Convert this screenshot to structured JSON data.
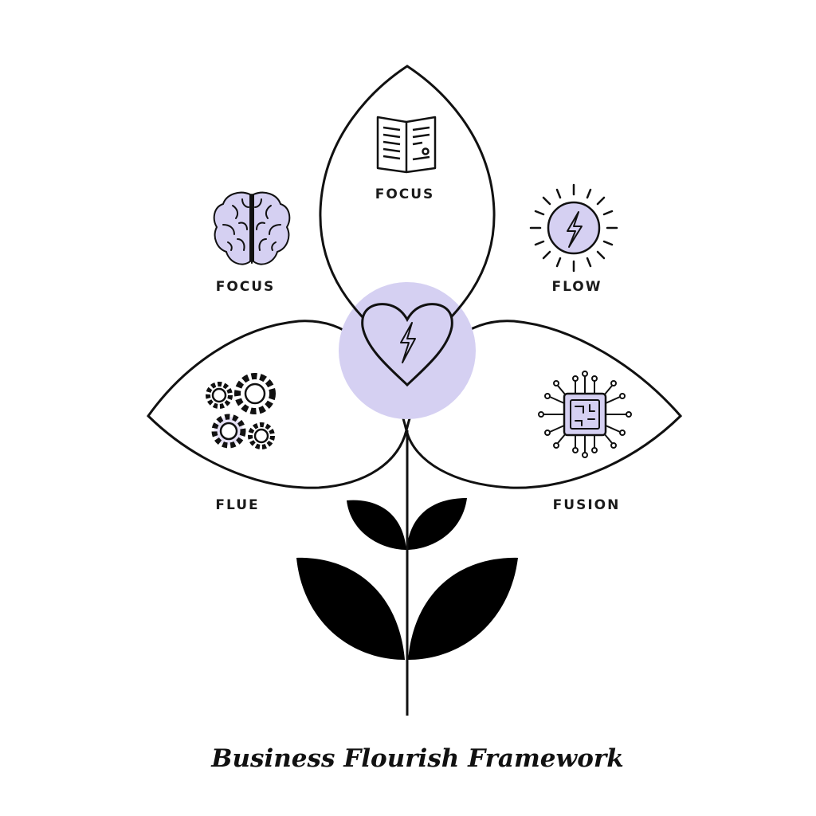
{
  "labels": {
    "top_petal": "FOCUS",
    "upper_left": "FOCUS",
    "upper_right": "FLOW",
    "lower_left": "FLUE",
    "lower_right": "FUSION"
  },
  "title": "Business Flourish Framework",
  "icons": {
    "top_petal": "open-book-icon",
    "upper_left": "brain-icon",
    "upper_right": "lightning-sun-icon",
    "center": "heart-lightning-icon",
    "left_petal": "gears-icon",
    "right_petal": "circuit-chip-icon"
  },
  "colors": {
    "accent": "#d5d0f2",
    "stroke": "#111111",
    "background": "#ffffff"
  }
}
